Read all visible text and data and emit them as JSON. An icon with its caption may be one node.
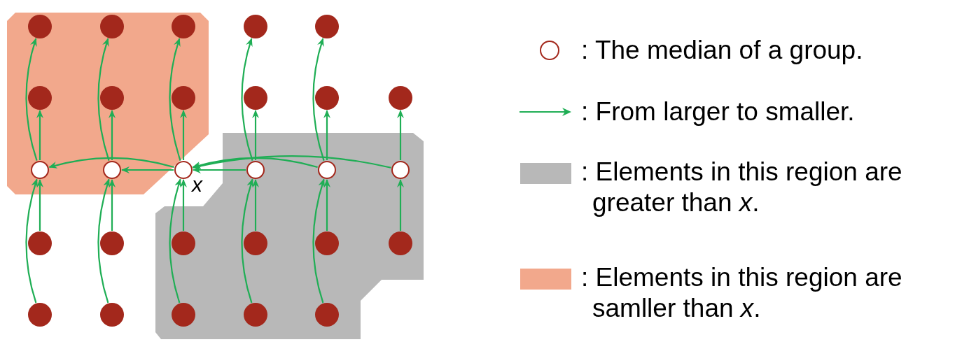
{
  "diagram": {
    "nodes": [
      {
        "text": [],
        "shape": "circle"
      },
      {
        "text": [],
        "shape": "circle"
      },
      {
        "text": [],
        "shape": "circle"
      },
      {
        "text": [],
        "shape": "circle"
      },
      {
        "text": [],
        "shape": "circle"
      },
      {
        "text": [],
        "shape": "circle"
      },
      {
        "text": [],
        "shape": "circle"
      },
      {
        "text": [],
        "shape": "circle"
      },
      {
        "text": [],
        "shape": "circle"
      },
      {
        "text": [],
        "shape": "circle"
      },
      {
        "text": [],
        "shape": "circle"
      },
      {
        "text": [],
        "shape": "ring"
      },
      {
        "text": [],
        "shape": "ring"
      },
      {
        "text": [],
        "shape": "ring",
        "beside": [
          "x"
        ]
      },
      {
        "text": [],
        "shape": "ring"
      },
      {
        "text": [],
        "shape": "ring"
      },
      {
        "text": [],
        "shape": "ring"
      },
      {
        "text": [],
        "shape": "circle"
      },
      {
        "text": [],
        "shape": "circle"
      },
      {
        "text": [],
        "shape": "circle"
      },
      {
        "text": [],
        "shape": "circle"
      },
      {
        "text": [],
        "shape": "circle"
      },
      {
        "text": [],
        "shape": "circle"
      },
      {
        "text": [],
        "shape": "circle"
      },
      {
        "text": [],
        "shape": "circle"
      },
      {
        "text": [],
        "shape": "circle"
      },
      {
        "text": [],
        "shape": "circle"
      },
      {
        "text": [],
        "shape": "circle"
      }
    ],
    "edges": [
      {
        "from": 23,
        "to": 11,
        "arrow": "to"
      },
      {
        "from": 17,
        "to": 11,
        "arrow": "to"
      },
      {
        "from": 11,
        "to": 5,
        "arrow": "to"
      },
      {
        "from": 11,
        "to": 0,
        "arrow": "to"
      },
      {
        "from": 24,
        "to": 12,
        "arrow": "to"
      },
      {
        "from": 18,
        "to": 12,
        "arrow": "to"
      },
      {
        "from": 12,
        "to": 6,
        "arrow": "to"
      },
      {
        "from": 12,
        "to": 1,
        "arrow": "to"
      },
      {
        "from": 25,
        "to": 13,
        "arrow": "to"
      },
      {
        "from": 19,
        "to": 13,
        "arrow": "to"
      },
      {
        "from": 13,
        "to": 7,
        "arrow": "to"
      },
      {
        "from": 13,
        "to": 2,
        "arrow": "to"
      },
      {
        "from": 26,
        "to": 14,
        "arrow": "to"
      },
      {
        "from": 20,
        "to": 14,
        "arrow": "to"
      },
      {
        "from": 14,
        "to": 8,
        "arrow": "to"
      },
      {
        "from": 14,
        "to": 3,
        "arrow": "to"
      },
      {
        "from": 27,
        "to": 15,
        "arrow": "to"
      },
      {
        "from": 21,
        "to": 15,
        "arrow": "to"
      },
      {
        "from": 15,
        "to": 9,
        "arrow": "to"
      },
      {
        "from": 15,
        "to": 4,
        "arrow": "to"
      },
      {
        "from": 22,
        "to": 16,
        "arrow": "to"
      },
      {
        "from": 16,
        "to": 10,
        "arrow": "to"
      },
      {
        "from": 14,
        "to": 13,
        "arrow": "to"
      },
      {
        "from": 15,
        "to": 13,
        "arrow": "to"
      },
      {
        "from": 16,
        "to": 13,
        "arrow": "to"
      },
      {
        "from": 13,
        "to": 12,
        "arrow": "to"
      },
      {
        "from": 13,
        "to": 11,
        "arrow": "to"
      }
    ],
    "legend": [
      {
        "text": ": The median of a group."
      },
      {
        "text": ": From larger to smaller."
      },
      {
        "text": ": Elements in this region are greater than *x*.",
        "color": "#b8b8b8"
      },
      {
        "text": ": Elements in this region are samller than *x*.",
        "color": "#f2a88c"
      }
    ]
  }
}
